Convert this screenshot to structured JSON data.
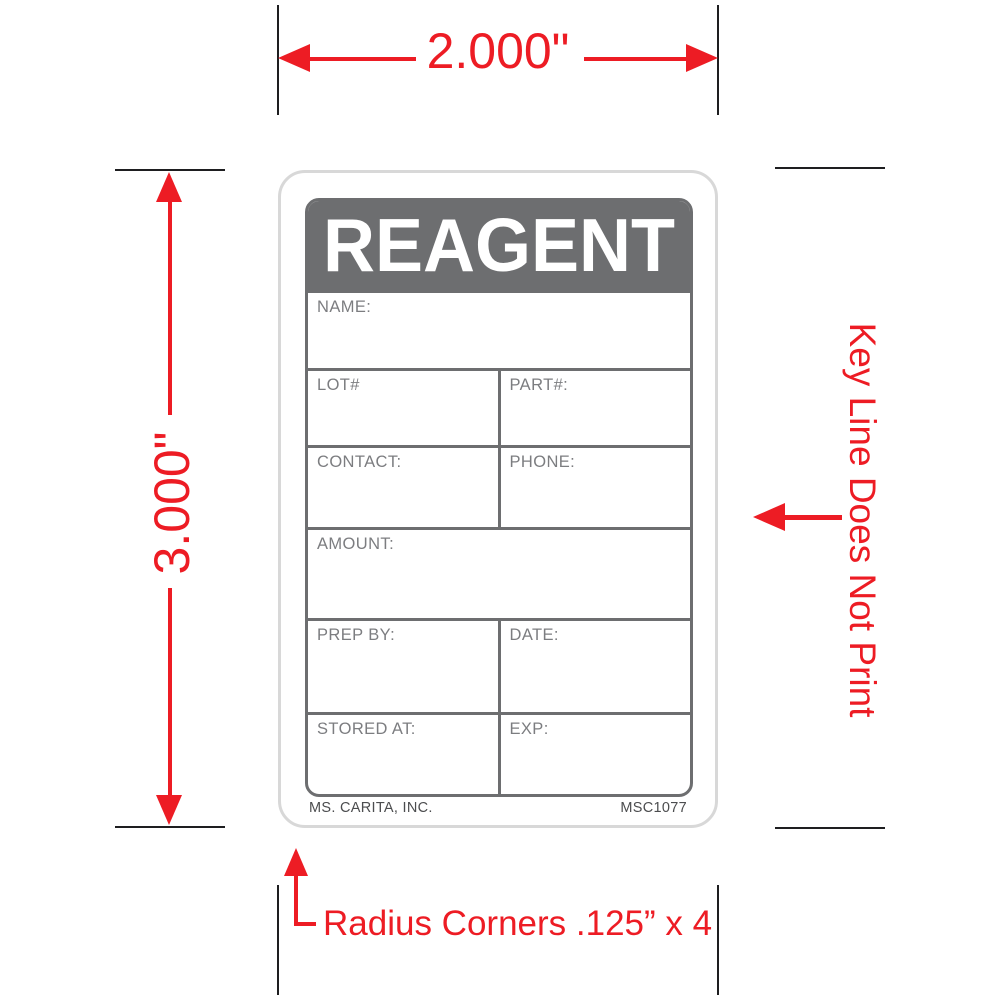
{
  "proof": {
    "width_dimension": "2.000\"",
    "height_dimension": "3.000\"",
    "keyline_note": "Key Line Does Not Print",
    "radius_note": "Radius Corners .125” x 4"
  },
  "label": {
    "title": "REAGENT",
    "rows": [
      {
        "type": "full",
        "label": "NAME:"
      },
      {
        "type": "split",
        "left": "LOT#",
        "right": "PART#:"
      },
      {
        "type": "split",
        "left": "CONTACT:",
        "right": "PHONE:"
      },
      {
        "type": "full",
        "label": "AMOUNT:"
      },
      {
        "type": "split",
        "left": "PREP BY:",
        "right": "DATE:"
      },
      {
        "type": "split",
        "left": "STORED AT:",
        "right": "EXP:"
      }
    ],
    "footer_left": "MS. CARITA, INC.",
    "footer_right": "MSC1077"
  },
  "colors": {
    "annotation_red": "#ed1c24",
    "label_gray": "#6d6e70",
    "field_label_gray": "#7c7d80",
    "keyline_gray": "#d8d8d8",
    "footer_text_gray": "#4c4d4f",
    "crop_mark_black": "#1e1e20"
  }
}
